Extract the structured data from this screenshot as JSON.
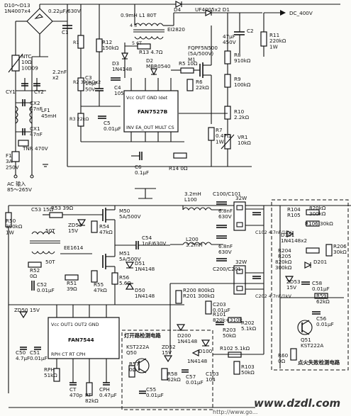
{
  "top": {
    "diodes": "D10～D13\n1N4007x4",
    "c1": "0.22μF/630V",
    "c1_ref": "C1",
    "r1": "R1",
    "r2": "R2  390kΩx2",
    "r12": "R12\n150kΩ",
    "l1": "0.9mH  L1  80T",
    "l1_turns": "4            3",
    "l1_turns2": "5          6T",
    "l1_core": "EI2820",
    "d4": "D4",
    "d1": "UF4005x2 D1",
    "dc_out": "DC_400V",
    "c2": "47μF\n450V",
    "c2_ref": "C2",
    "r11": "R11\n220kΩ\n1W",
    "r8": "R8\n910kΩ",
    "r9": "R9\n100kΩ",
    "r10": "R10\n2.2kΩ",
    "vr1": "VR1\n10kΩ",
    "r13": "R13  4.7Ω",
    "d3": "D3\n1N4148",
    "mbr": "D2\nMBR0540",
    "r5": "R5   10Ω",
    "m1": "FQPF5N500\n(5A/500V)\nM1",
    "r6": "R6\n22kΩ",
    "c3": "C3\n10μF\n50V",
    "c4": "C4\n105",
    "c5": "C5\n0.01μF",
    "r3": "R3  22kΩ",
    "ic1": "FAN7527B",
    "ic1_pins_top": "Vcc   OUT   GND   Idet",
    "ic1_pins_bot": "INV   EA_OUT   MULT   CS",
    "r7": "R7\n0.47Ω\n1W",
    "c6": "C6\n0.1μF",
    "r14": "R14   0Ω",
    "ntc": "NTC\n10Ω\n10D09",
    "c_x": "2.2nF\nx2",
    "cy1": "CY1",
    "cy2": "CY2",
    "cx2": "CX2\n47nF",
    "lf1": "LF1\n45mH",
    "cx1": "CX1\n47nF",
    "tnr": "TNR  470V",
    "f1": "F1\n3A\n250V",
    "ac_in": "AC 输入\n85～265V"
  },
  "bottom": {
    "r50": "R50\n390kΩ\n1W",
    "c53": "C53   15Ω",
    "r53": "R53  39Ω",
    "m50": "M50\n5A/500V",
    "d53": "ZD53\n15V",
    "r54": "R54\n47kΩ",
    "t50_a": "50T",
    "t50_b": "50T",
    "t_core": "EE1614",
    "c54": "C54\n1nF/630V",
    "m51": "M51\n5A/500V",
    "r52": "R52\n0Ω",
    "c52": "C52\n0.01μF",
    "r51": "R51\n39Ω",
    "r55": "R55\n47kΩ",
    "r56": "R56\n5.6Ω",
    "d51": "D51\n1N4148",
    "d50": "D50\n1N4148",
    "l100": "3.2mH\nL100",
    "c100": "C100/C101",
    "c100v": "6.8nF\n630V",
    "c102": "C102  4.7nF/1kV",
    "l200": "L200\n3.2mH",
    "c200": "C200/C201",
    "c200v": "6.8nF\n630V",
    "c202": "C202  4.7nF/1kV",
    "lamp1": "32W",
    "lamp2": "32W",
    "r200": "R200  800kΩ\nR201  300kΩ",
    "c203": "C203\n0.01μF",
    "r203": "R203\n50kΩ",
    "r202": "R202\n5.1kΩ",
    "d200": "D200\n1N4148",
    "r101": "R101\n820k+310k",
    "r102": "R102  5.1kΩ",
    "d100": "D100",
    "r103": "R103\n50kΩ",
    "c103": "C103\n104",
    "ic2": "FAN7544",
    "ic2_pins_top": "Vcc  OUT1  OUT2  GND",
    "ic2_pins_bot": "RPH   CT    RT    CPH",
    "d50z": "ZD50  15V",
    "c51": "C51\n0.01μF",
    "c50": "C50\n4.7μF",
    "rph": "RPH\n51kΩ",
    "ct": "CT\n470p",
    "rt": "RT\n82kΩ",
    "cph": "CPH\n0.47μF",
    "r57": "R57\n0Ω",
    "open_detect": "灯开路检测电路",
    "q50": "KST222A\nQ50",
    "zd52": "ZD52\n15V",
    "r58": "R58\n62kΩ",
    "c57": "C57\n0.01μF",
    "d_1n4148": "1N4148",
    "c55": "C55\n0.01μF",
    "r104": "R104\nR105",
    "r104v": "820kΩ\n300kΩ",
    "r106": "R106  30kΩ",
    "d101": "D101\n1N4148x2",
    "r204": "R204\nR205",
    "r204v": "820kΩ\n300kΩ",
    "d201": "D201",
    "r206": "R206\n30kΩ",
    "zd53": "ZD53\n15V",
    "c58": "C58\n0.01μF",
    "r59": "R59\n62kΩ",
    "c56": "C56\n0.01μF",
    "q51": "Q51\nKST222A",
    "r60": "R60\n0Ω",
    "fail_detect": "点火失败检测电路",
    "watermark": "www.dzdl.com",
    "watermark2": "http://www.go..."
  }
}
